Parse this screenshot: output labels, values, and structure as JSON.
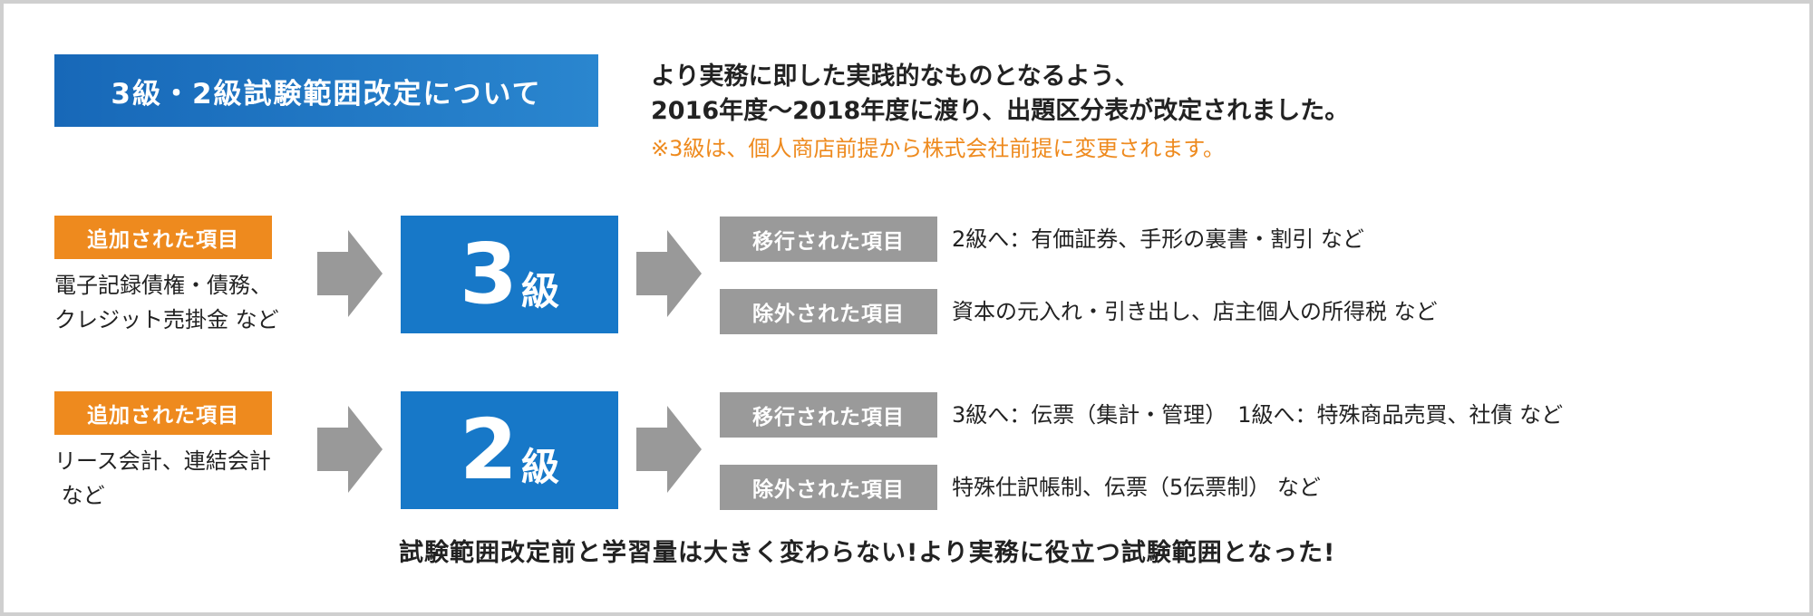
{
  "title": "3級・2級試験範囲改定について",
  "intro": {
    "line1": "より実務に即した実践的なものとなるよう、",
    "line2": "2016年度～2018年度に渡り、出題区分表が改定されました。",
    "note": "※3級は、個人商店前提から株式会社前提に変更されます。"
  },
  "colors": {
    "title_blue": "#1768b8",
    "grade_blue": "#1778c8",
    "added_orange": "#ee8a1e",
    "tag_gray": "#9a9a9a",
    "arrow_gray": "#999999"
  },
  "grades": [
    {
      "number": "3",
      "unit": "級",
      "added_label": "追加された項目",
      "added_line1": "電子記録債権・債務、",
      "added_line2": "クレジット売掛金 など",
      "moved_label": "移行された項目",
      "moved_text": "2級へ：有価証券、手形の裏書・割引 など",
      "removed_label": "除外された項目",
      "removed_text": "資本の元入れ・引き出し、店主個人の所得税 など"
    },
    {
      "number": "2",
      "unit": "級",
      "added_label": "追加された項目",
      "added_line1": "リース会計、連結会計",
      "added_line2": " など",
      "moved_label": "移行された項目",
      "moved_text": "3級へ：伝票（集計・管理）　1級へ：特殊商品売買、社債 など",
      "removed_label": "除外された項目",
      "removed_text": "特殊仕訳帳制、伝票（5伝票制） など"
    }
  ],
  "footer": "試験範囲改定前と学習量は大きく変わらない!より実務に役立つ試験範囲となった!"
}
